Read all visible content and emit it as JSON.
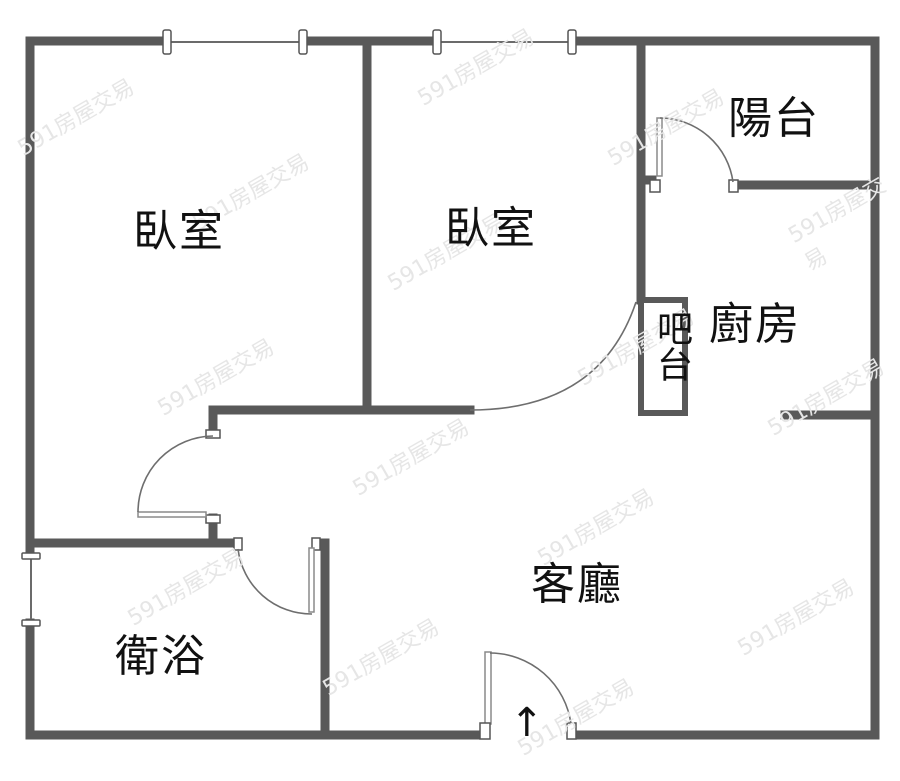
{
  "floor_plan": {
    "rooms": [
      {
        "id": "bedroom-1",
        "label": "臥室"
      },
      {
        "id": "bedroom-2",
        "label": "臥室"
      },
      {
        "id": "balcony",
        "label": "陽台"
      },
      {
        "id": "kitchen",
        "label": "廚房"
      },
      {
        "id": "bar-counter",
        "label": "吧台"
      },
      {
        "id": "living-room",
        "label": "客廳"
      },
      {
        "id": "bathroom",
        "label": "衛浴"
      }
    ],
    "entrance_arrow": "↑",
    "watermark": "591房屋交易",
    "colors": {
      "wall": "#595959",
      "background": "#ffffff",
      "text": "#111111"
    }
  }
}
